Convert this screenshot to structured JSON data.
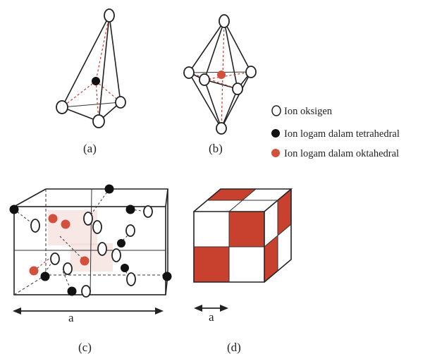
{
  "panels": {
    "a": "(a)",
    "b": "(b)",
    "c": "(c)",
    "d": "(d)"
  },
  "legend": {
    "oxygen": "Ion oksigen",
    "tetra": "Ion logam dalam tetrahedral",
    "octa": "Ion logam dalam oktahedral"
  },
  "dimension": {
    "c": "a",
    "d": "a"
  },
  "colors": {
    "oxygen_fill": "#ffffff",
    "tetra_metal": "#111111",
    "octa_metal": "#d2513d",
    "cube_red": "#c8412e"
  }
}
